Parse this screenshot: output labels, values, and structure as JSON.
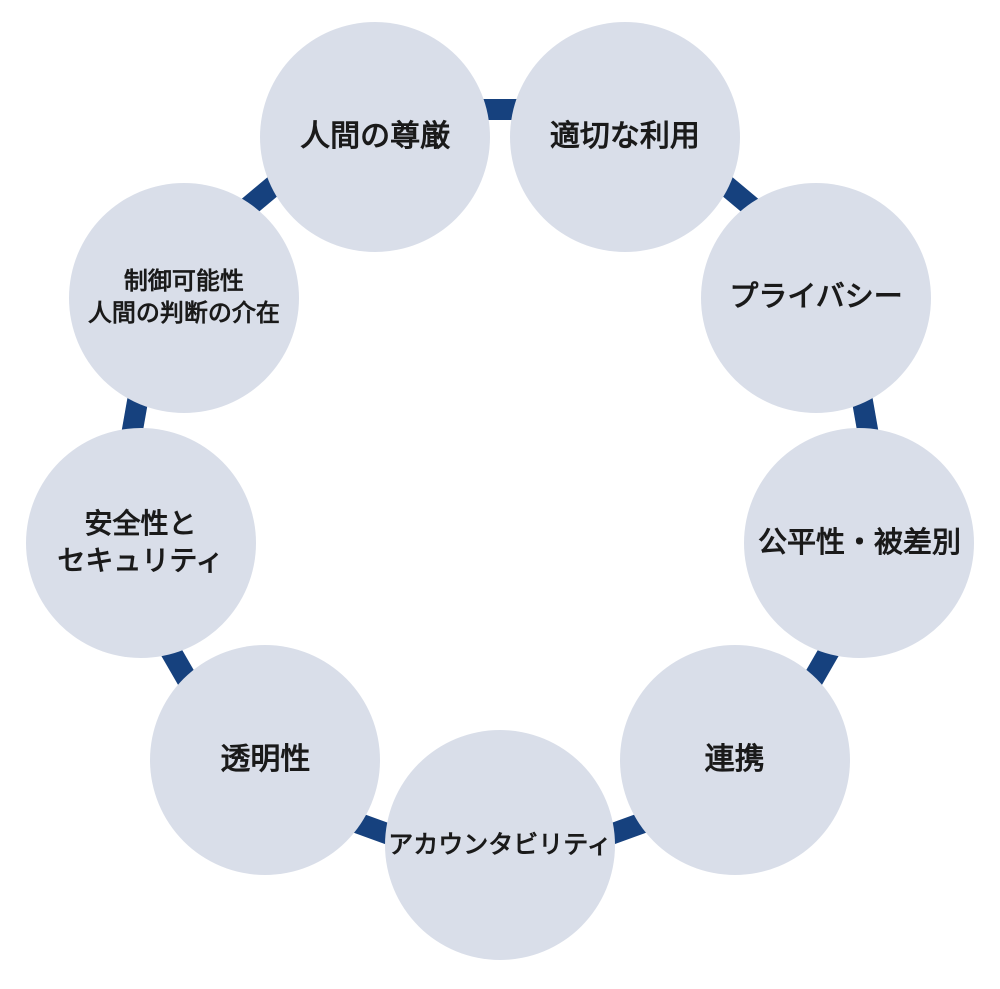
{
  "diagram": {
    "type": "cycle",
    "background_color": "#ffffff",
    "node_fill_color": "#D9DEE9",
    "connector_color": "#16417E",
    "text_color": "#1a1a1a",
    "nodes": [
      {
        "id": "human-dignity",
        "lines": [
          "人間の尊厳"
        ],
        "angle": -20,
        "font_size": 30
      },
      {
        "id": "appropriate-use",
        "lines": [
          "適切な利用"
        ],
        "angle": 20,
        "font_size": 30
      },
      {
        "id": "privacy",
        "lines": [
          "プライバシー"
        ],
        "angle": 60,
        "font_size": 29
      },
      {
        "id": "fairness",
        "lines": [
          "公平性・被差別"
        ],
        "angle": 100,
        "font_size": 29
      },
      {
        "id": "collaboration",
        "lines": [
          "連携"
        ],
        "angle": 140,
        "font_size": 30
      },
      {
        "id": "accountability",
        "lines": [
          "アカウンタビリティ"
        ],
        "angle": 180,
        "font_size": 25
      },
      {
        "id": "transparency",
        "lines": [
          "透明性"
        ],
        "angle": 220,
        "font_size": 30
      },
      {
        "id": "safety-security",
        "lines": [
          "安全性と",
          "セキュリティ"
        ],
        "angle": 260,
        "font_size": 28
      },
      {
        "id": "controllability",
        "lines": [
          "制御可能性",
          "人間の判断の介在"
        ],
        "angle": 300,
        "font_size": 24
      }
    ],
    "connector_angles": [
      0,
      40,
      80,
      120,
      160,
      200,
      240,
      280,
      320
    ]
  }
}
